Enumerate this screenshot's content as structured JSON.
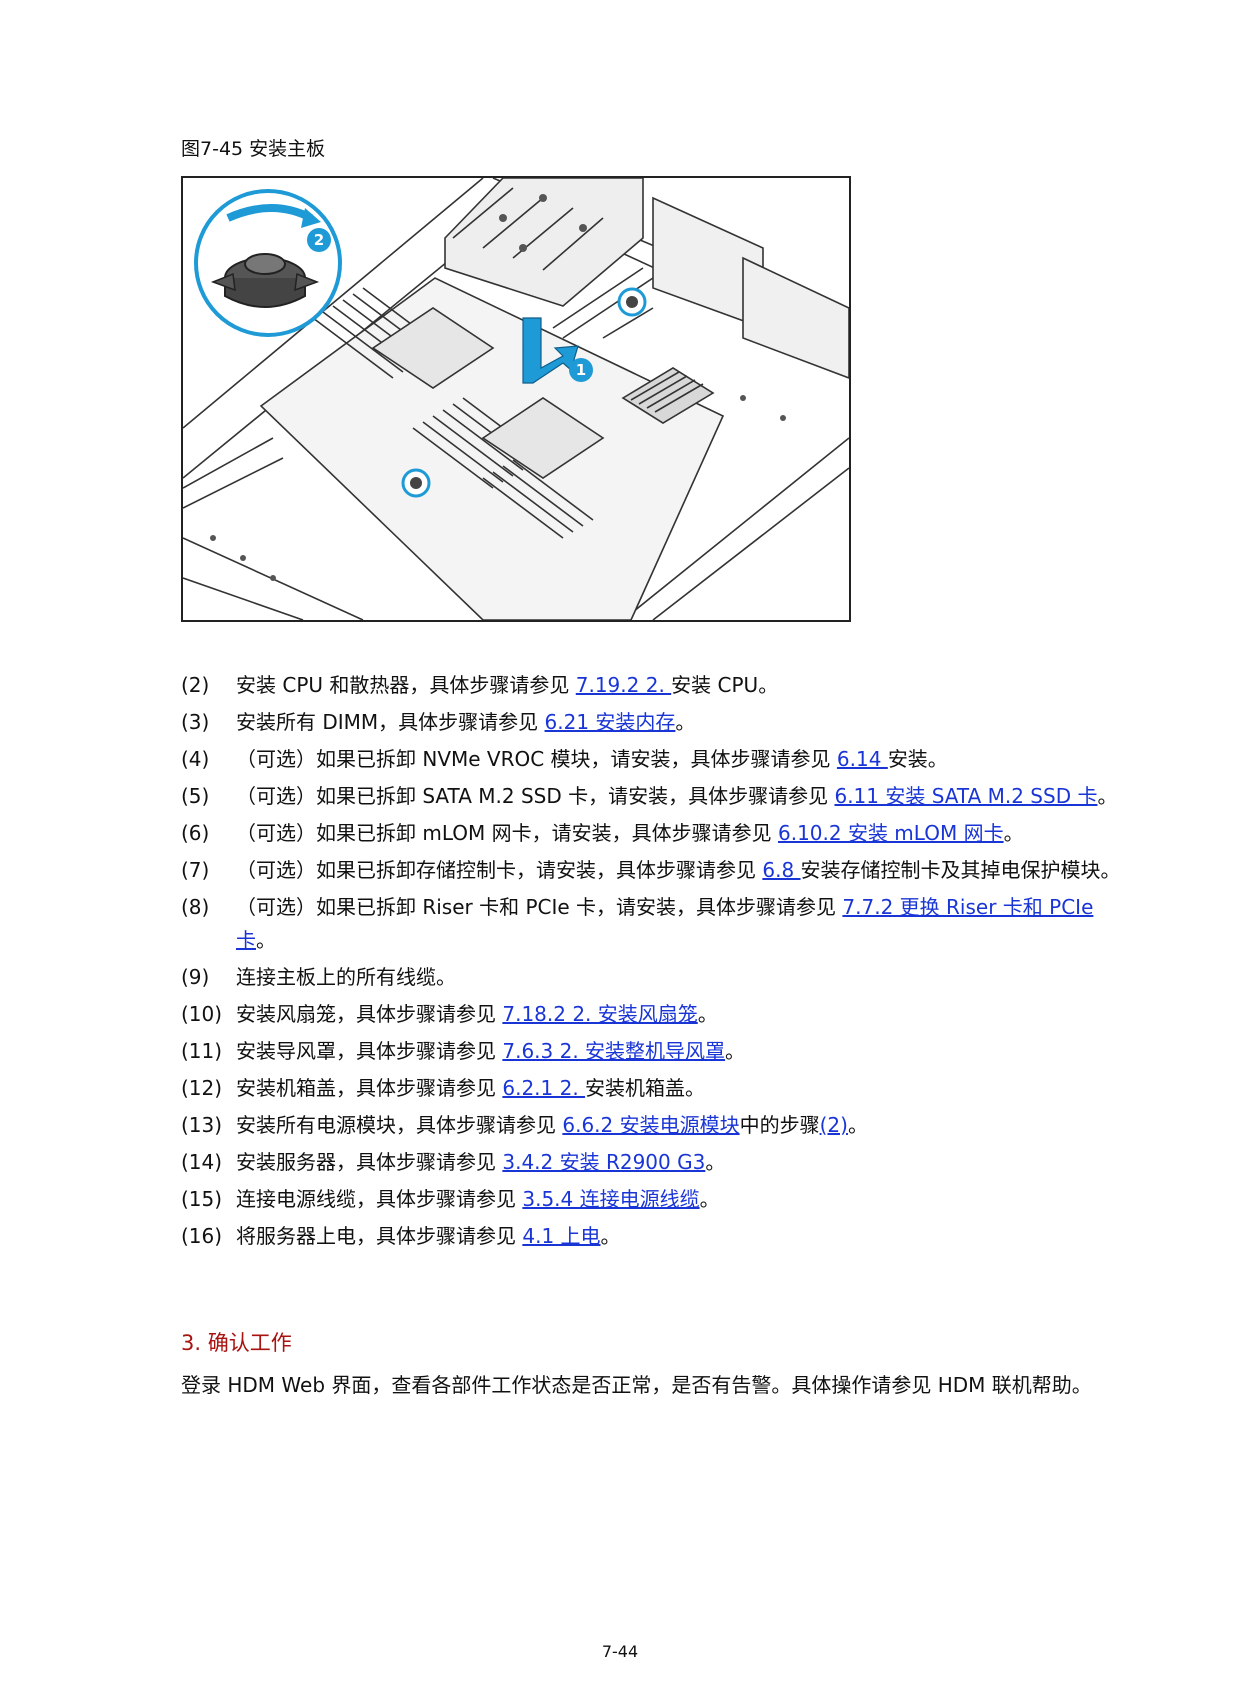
{
  "figure": {
    "caption": "图7-45  安装主板",
    "callouts": [
      "1",
      "2"
    ]
  },
  "steps": [
    {
      "num": "(2)",
      "parts": [
        {
          "t": "安装 CPU 和散热器，具体步骤请参见 "
        },
        {
          "t": "7.19.2  2. ",
          "link": true
        },
        {
          "t": "安装 CPU。"
        }
      ]
    },
    {
      "num": "(3)",
      "parts": [
        {
          "t": "安装所有 DIMM，具体步骤请参见 "
        },
        {
          "t": "6.21  安装内存",
          "link": true
        },
        {
          "t": "。"
        }
      ]
    },
    {
      "num": "(4)",
      "parts": [
        {
          "t": "（可选）如果已拆卸 NVMe VROC 模块，请安装，具体步骤请参见 "
        },
        {
          "t": "6.14 ",
          "link": true
        },
        {
          "t": "安装。"
        }
      ]
    },
    {
      "num": "(5)",
      "parts": [
        {
          "t": "（可选）如果已拆卸 SATA M.2 SSD 卡，请安装，具体步骤请参见 "
        },
        {
          "t": "6.11  安装 SATA M.2 SSD 卡",
          "link": true
        },
        {
          "t": "。"
        }
      ]
    },
    {
      "num": "(6)",
      "parts": [
        {
          "t": "（可选）如果已拆卸 mLOM 网卡，请安装，具体步骤请参见 "
        },
        {
          "t": "6.10.2  安装 mLOM 网卡",
          "link": true
        },
        {
          "t": "。"
        }
      ]
    },
    {
      "num": "(7)",
      "parts": [
        {
          "t": "（可选）如果已拆卸存储控制卡，请安装，具体步骤请参见 "
        },
        {
          "t": "6.8 ",
          "link": true
        },
        {
          "t": "安装存储控制卡及其掉电保护模块。"
        }
      ]
    },
    {
      "num": "(8)",
      "parts": [
        {
          "t": "（可选）如果已拆卸 Riser 卡和 PCIe 卡，请安装，具体步骤请参见 "
        },
        {
          "t": "7.7.2  更换 Riser 卡和 PCIe 卡",
          "link": true
        },
        {
          "t": "。"
        }
      ]
    },
    {
      "num": "(9)",
      "parts": [
        {
          "t": "连接主板上的所有线缆。"
        }
      ]
    },
    {
      "num": "(10)",
      "parts": [
        {
          "t": "安装风扇笼，具体步骤请参见 "
        },
        {
          "t": "7.18.2  2. 安装风扇笼",
          "link": true
        },
        {
          "t": "。"
        }
      ]
    },
    {
      "num": "(11)",
      "parts": [
        {
          "t": "安装导风罩，具体步骤请参见 "
        },
        {
          "t": "7.6.3  2. 安装整机导风罩",
          "link": true
        },
        {
          "t": "。"
        }
      ]
    },
    {
      "num": "(12)",
      "parts": [
        {
          "t": "安装机箱盖，具体步骤请参见 "
        },
        {
          "t": "6.2.1  2. ",
          "link": true
        },
        {
          "t": "安装机箱盖。"
        }
      ]
    },
    {
      "num": "(13)",
      "parts": [
        {
          "t": "安装所有电源模块，具体步骤请参见 "
        },
        {
          "t": "6.6.2  安装电源模块",
          "link": true
        },
        {
          "t": "中的步骤"
        },
        {
          "t": "(2)",
          "link": true
        },
        {
          "t": "。"
        }
      ]
    },
    {
      "num": "(14)",
      "parts": [
        {
          "t": "安装服务器，具体步骤请参见 "
        },
        {
          "t": "3.4.2  安装 R2900 G3",
          "link": true
        },
        {
          "t": "。"
        }
      ]
    },
    {
      "num": "(15)",
      "parts": [
        {
          "t": "连接电源线缆，具体步骤请参见 "
        },
        {
          "t": "3.5.4  连接电源线缆",
          "link": true
        },
        {
          "t": "。"
        }
      ]
    },
    {
      "num": "(16)",
      "parts": [
        {
          "t": "将服务器上电，具体步骤请参见 "
        },
        {
          "t": "4.1  上电",
          "link": true
        },
        {
          "t": "。"
        }
      ]
    }
  ],
  "section": {
    "title": "3. 确认工作"
  },
  "paragraph": "登录 HDM Web 界面，查看各部件工作状态是否正常，是否有告警。具体操作请参见 HDM 联机帮助。",
  "page_number": "7-44",
  "colors": {
    "link": "#1a35d6",
    "heading": "#a8120f",
    "callout": "#1e9ad6"
  }
}
